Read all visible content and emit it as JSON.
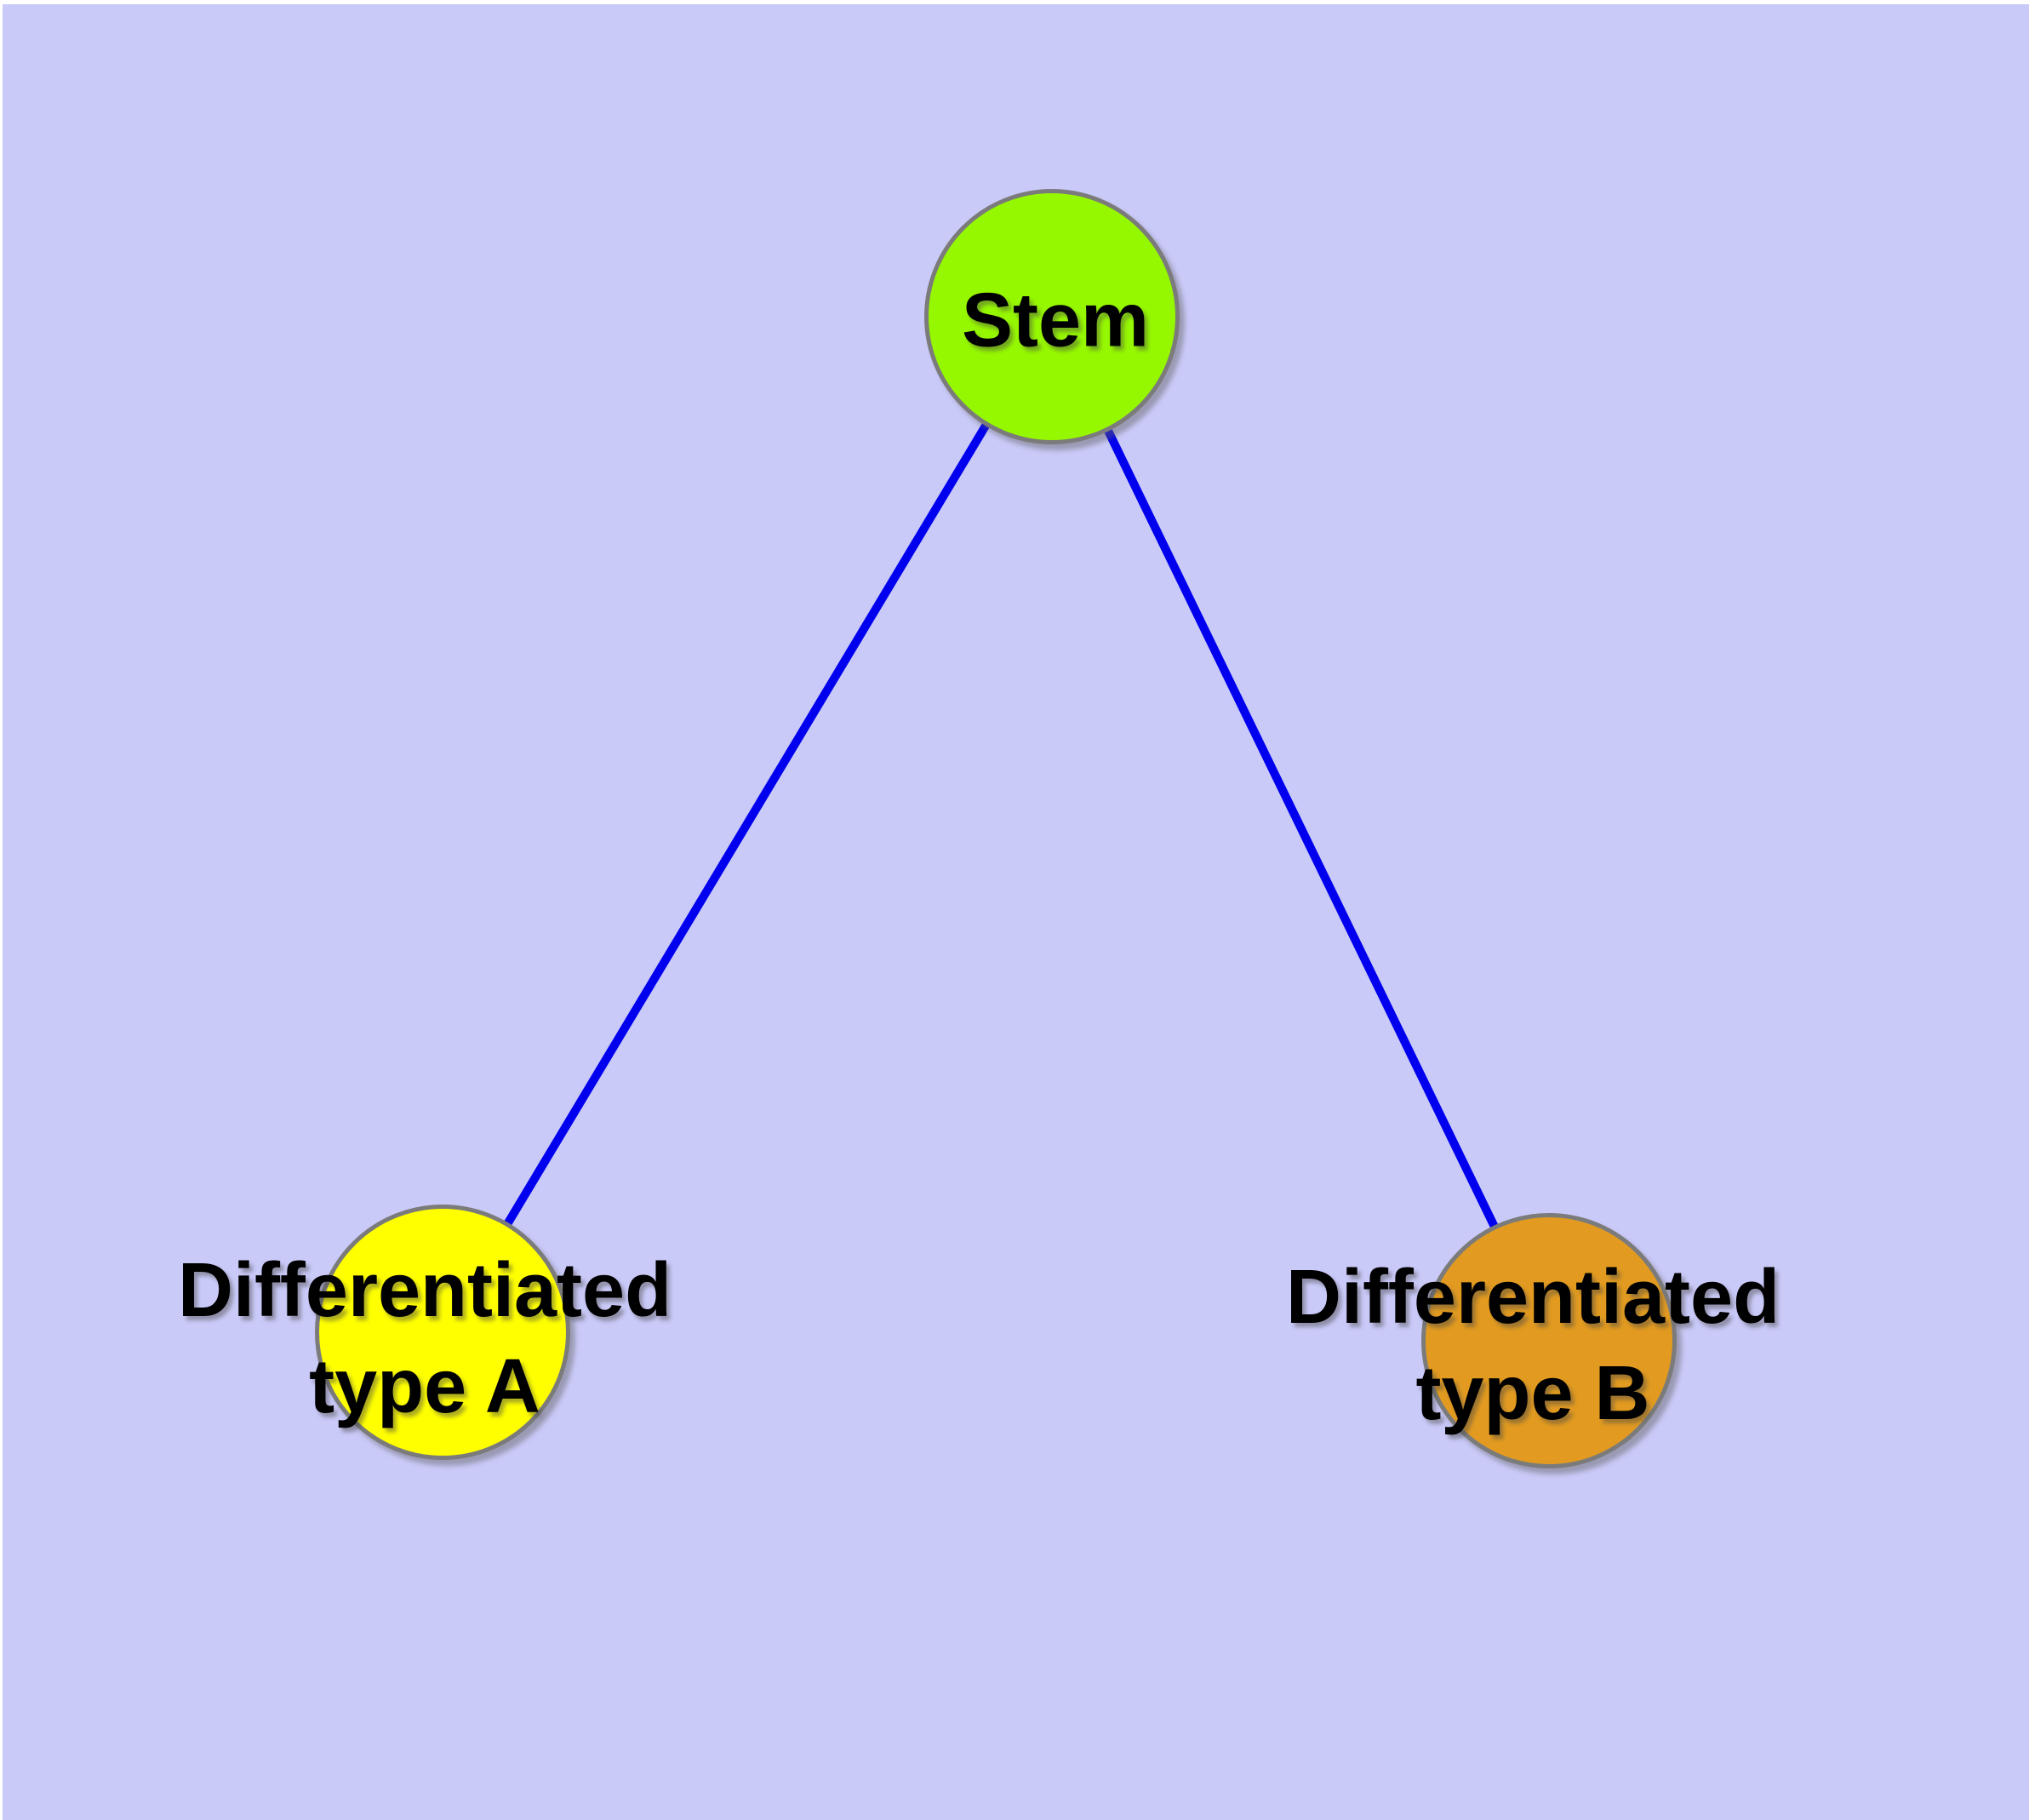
{
  "diagram": {
    "type": "node-link-graph",
    "background_color": "#CACAF9",
    "page_color": "#ffffff",
    "node_border_color": "#7b7b7b",
    "edge_color": "#0000EE",
    "label_color": "#000000",
    "nodes": [
      {
        "id": "stem",
        "label": "Stem",
        "color": "#96F800"
      },
      {
        "id": "type-a",
        "label": "Differentiated\ntype A",
        "color": "#FFFF00"
      },
      {
        "id": "type-b",
        "label": "Differentiated\ntype B",
        "color": "#E29B20"
      }
    ],
    "edges": [
      {
        "from": "stem",
        "to": "type-a"
      },
      {
        "from": "stem",
        "to": "type-b"
      }
    ]
  }
}
